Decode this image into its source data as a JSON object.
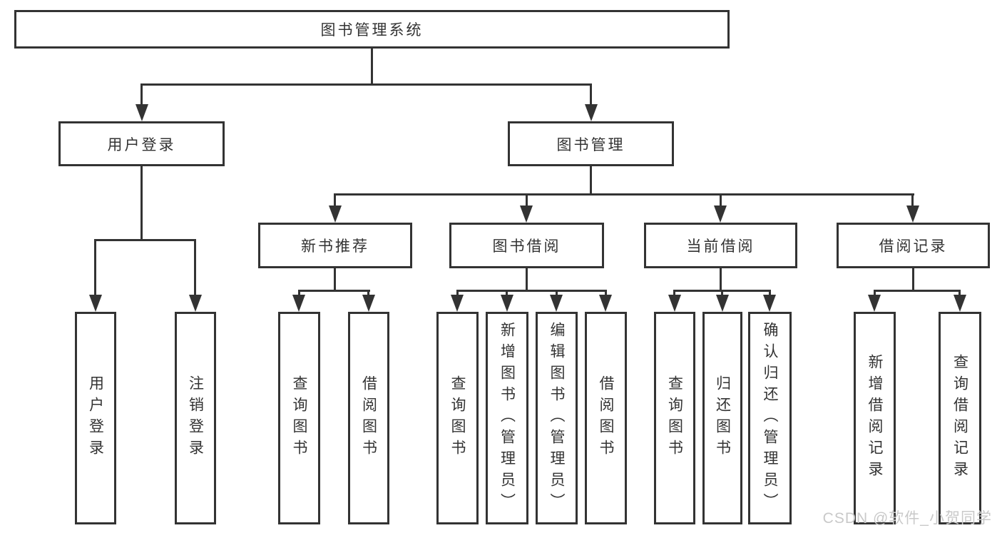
{
  "diagram": {
    "root": "图书管理系统",
    "login": {
      "label": "用户登录",
      "children": [
        "用户登录",
        "注销登录"
      ]
    },
    "manage": {
      "label": "图书管理",
      "groups": [
        {
          "label": "新书推荐",
          "children": [
            "查询图书",
            "借阅图书"
          ]
        },
        {
          "label": "图书借阅",
          "children": [
            "查询图书",
            "新增图书（管理员）",
            "编辑图书（管理员）",
            "借阅图书"
          ]
        },
        {
          "label": "当前借阅",
          "children": [
            "查询图书",
            "归还图书",
            "确认归还（管理员）"
          ]
        },
        {
          "label": "借阅记录",
          "children": [
            "新增借阅记录",
            "查询借阅记录"
          ]
        }
      ]
    }
  },
  "watermark": {
    "text": "CSDN @软件_小贺同学"
  },
  "colors": {
    "line": "#333333",
    "text": "#333333",
    "watermark": "#c9c9c9",
    "background": "#ffffff"
  }
}
